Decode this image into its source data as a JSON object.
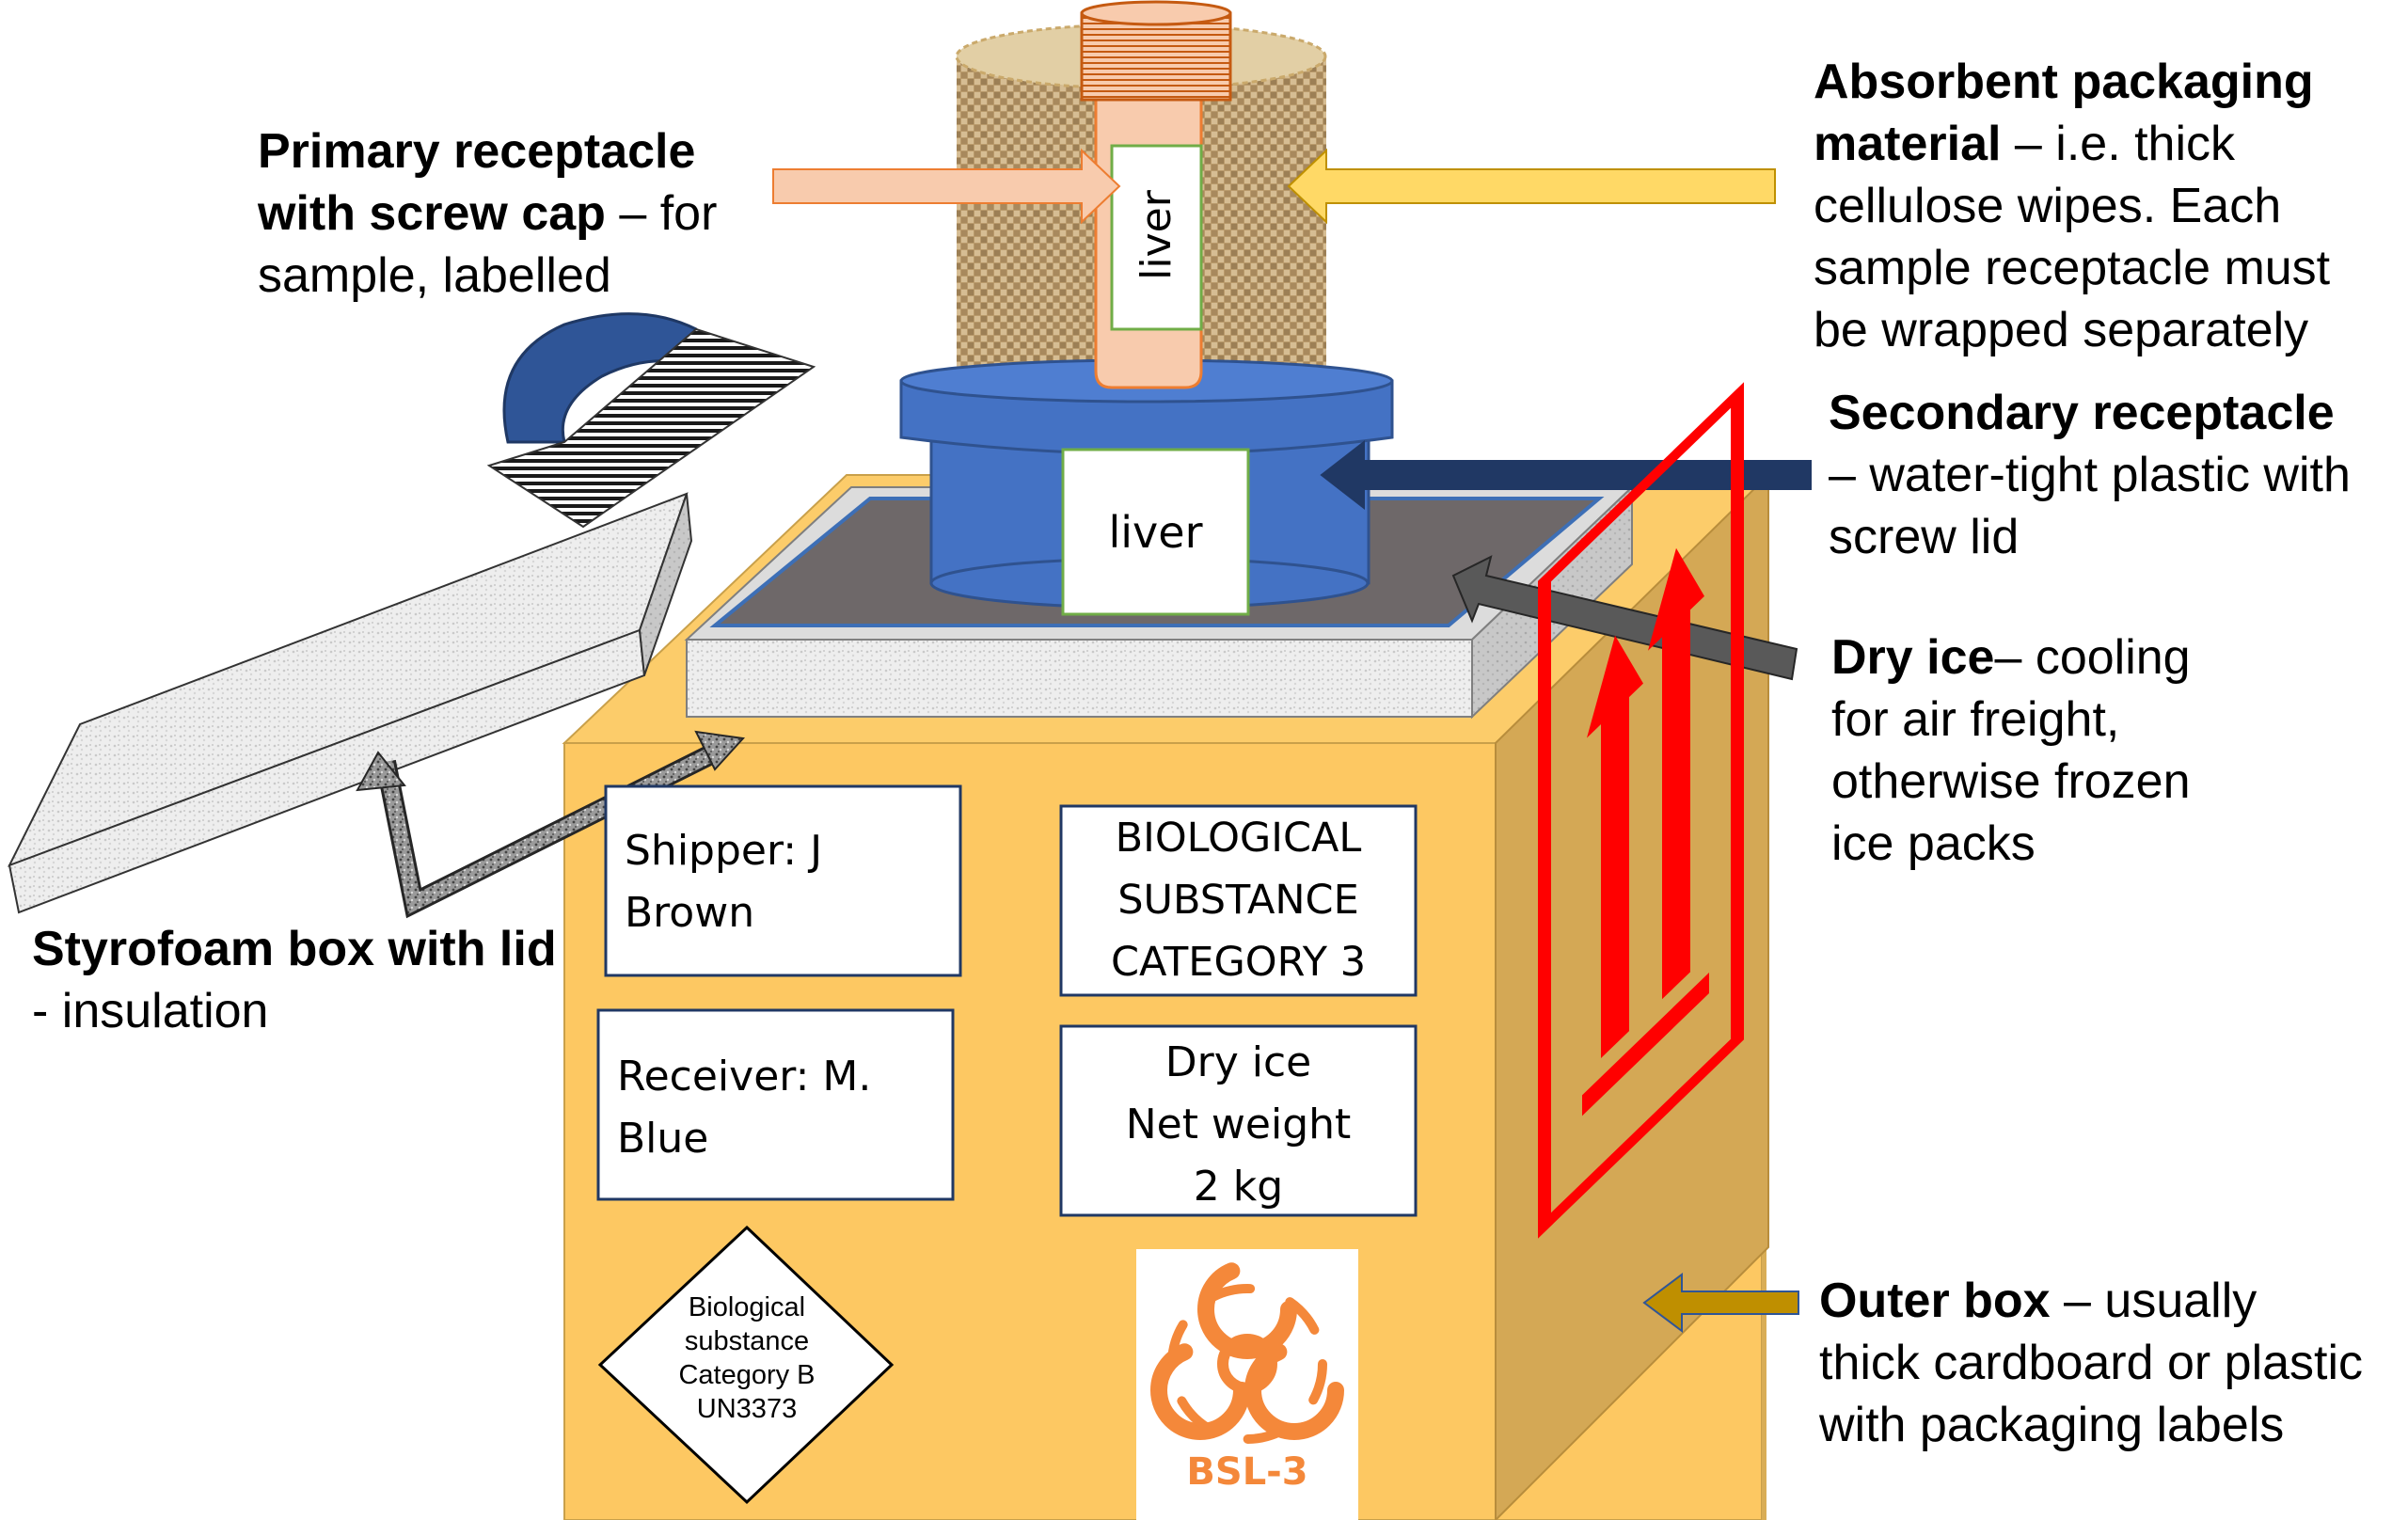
{
  "primary": {
    "title_a": "Primary receptacle",
    "title_b": "with screw cap",
    "desc_a": " – for",
    "desc_b": "sample, labelled"
  },
  "absorbent": {
    "title_a": "Absorbent packaging",
    "title_b": "material",
    "desc_a": " – i.e. thick",
    "desc_b": "cellulose wipes. Each",
    "desc_c": "sample receptacle must",
    "desc_d": "be wrapped separately"
  },
  "secondary": {
    "title": "Secondary receptacle",
    "desc_a": "– water-tight plastic with",
    "desc_b": "screw lid"
  },
  "dry_ice": {
    "title": "Dry ice",
    "desc_a": "– cooling",
    "desc_b": "for air freight,",
    "desc_c": "otherwise frozen",
    "desc_d": "ice packs"
  },
  "styrofoam": {
    "title": "Styrofoam box with lid",
    "desc": "- insulation"
  },
  "outer": {
    "title": "Outer box",
    "desc_a": " – usually",
    "desc_b": "thick cardboard or plastic",
    "desc_c": "with packaging labels"
  },
  "tube_label": "liver",
  "jar_label": "liver",
  "shipper": {
    "line1": "Shipper: J",
    "line2": "Brown"
  },
  "receiver": {
    "line1": "Receiver: M.",
    "line2": "Blue"
  },
  "category_label": {
    "line1": "BIOLOGICAL",
    "line2": "SUBSTANCE",
    "line3": "CATEGORY 3"
  },
  "dry_ice_label": {
    "line1": "Dry ice",
    "line2": "Net weight",
    "line3": "2 kg"
  },
  "un_label": {
    "line1": "Biological",
    "line2": "substance",
    "line3": "Category B",
    "line4": "UN3373"
  },
  "bsl_label": "BSL-3",
  "colors": {
    "box_front": "#fdc862",
    "box_side": "#d4a855",
    "jar": "#4472c4",
    "tube": "#f8cbad",
    "hazard": "#f4883a",
    "orientation": "#ff0000",
    "dark_arrow": "#203864",
    "gold_arrow": "#b8860b"
  }
}
